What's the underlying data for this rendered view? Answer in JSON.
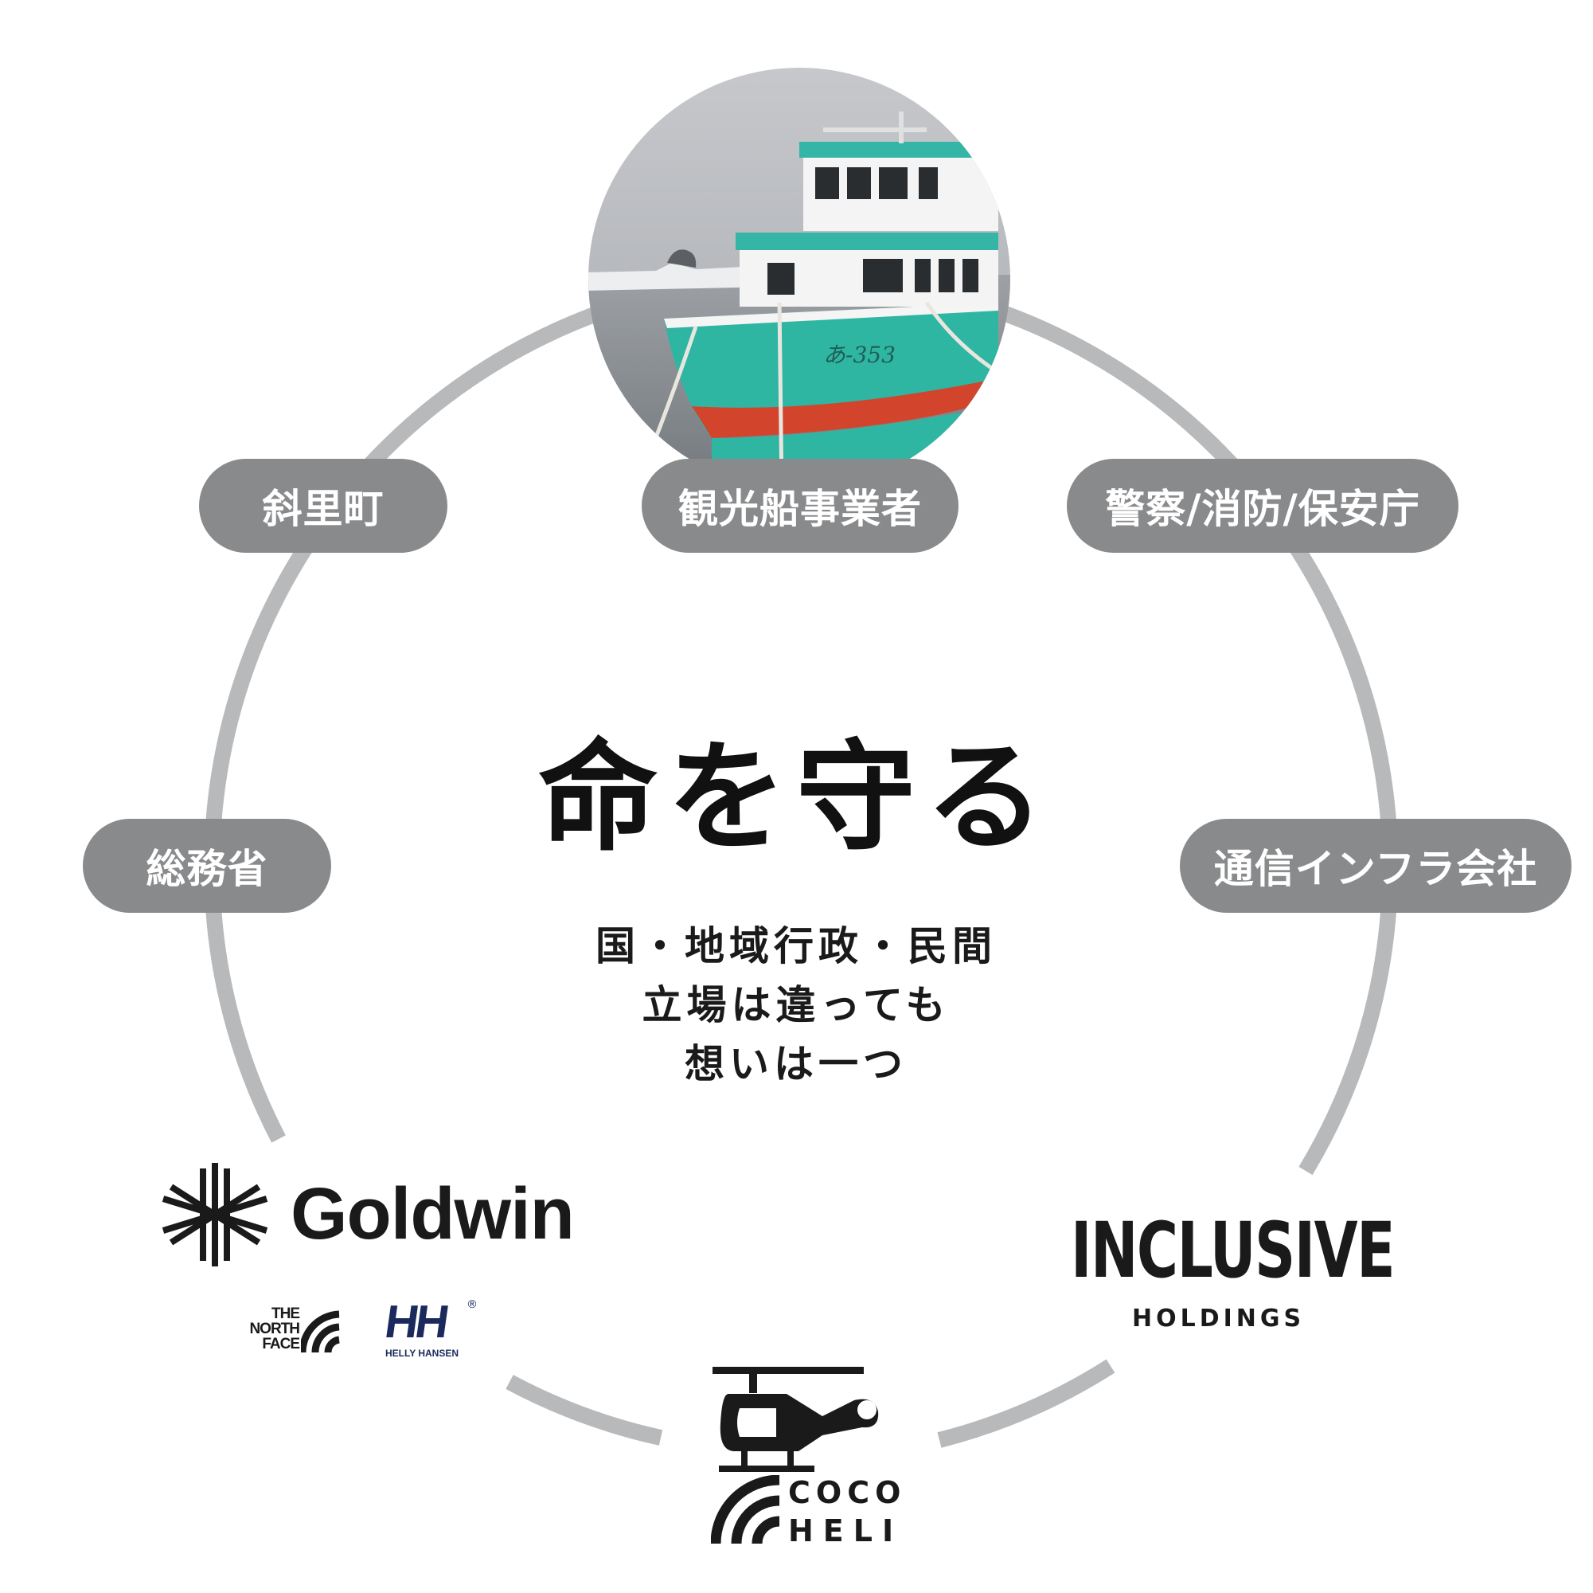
{
  "center": {
    "title": "命を守る",
    "lines": [
      "国・地域行政・民間",
      "立場は違っても",
      "想いは一つ"
    ]
  },
  "labels": {
    "top": "観光船事業者",
    "left_upper": "斜里町",
    "right_upper": "警察/消防/保安庁",
    "left_middle": "総務省",
    "right_middle": "通信インフラ会社"
  },
  "logos": {
    "goldwin": "Goldwin",
    "north_face": [
      "THE",
      "NORTH",
      "FACE"
    ],
    "helly_mark": "HH",
    "helly_name": "HELLY HANSEN",
    "inclusive": "INCLUSIVE",
    "inclusive_sub": "HOLDINGS",
    "coco": "COCO",
    "heli": "HELI"
  },
  "colors": {
    "ring": "#b8b9bb",
    "pill": "#898a8c",
    "ink": "#1a1a1a",
    "boat_hull": "#2fb6a3",
    "boat_stripe": "#d2452c"
  }
}
